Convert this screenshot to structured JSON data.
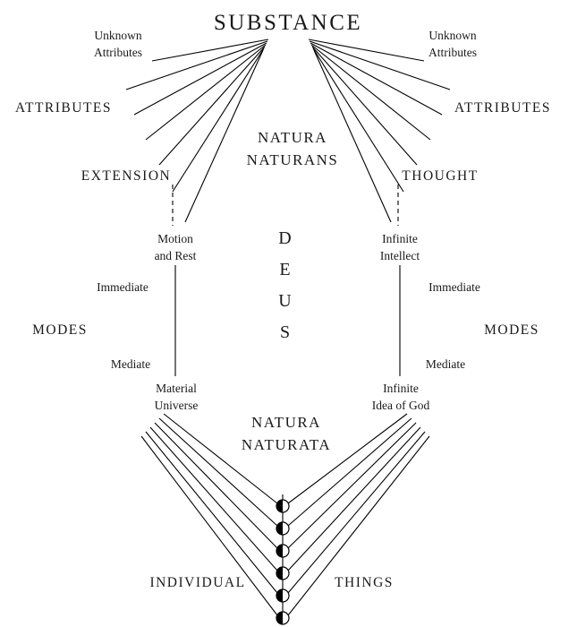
{
  "diagram": {
    "substance": "SUBSTANCE",
    "top": {
      "unknown_attributes_left": "Unknown\nAttributes",
      "unknown_attributes_right": "Unknown\nAttributes",
      "attributes_left": "ATTRIBUTES",
      "attributes_right": "ATTRIBUTES",
      "natura_naturans": "NATURA\nNATURANS",
      "extension": "EXTENSION",
      "thought": "THOUGHT"
    },
    "middle": {
      "deus": "DEUS",
      "motion_and_rest": "Motion\nand Rest",
      "infinite_intellect": "Infinite\nIntellect",
      "immediate_left": "Immediate",
      "immediate_right": "Immediate",
      "modes_left": "MODES",
      "modes_right": "MODES",
      "mediate_left": "Mediate",
      "mediate_right": "Mediate"
    },
    "bottom": {
      "material_universe": "Material\nUniverse",
      "infinite_idea_of_god": "Infinite\nIdea of God",
      "natura_naturata": "NATURA\nNATURATA",
      "individual": "INDIVIDUAL",
      "things": "THINGS"
    },
    "colors": {
      "line": "#000000",
      "background": "#ffffff",
      "text": "#1a1a1a"
    }
  }
}
